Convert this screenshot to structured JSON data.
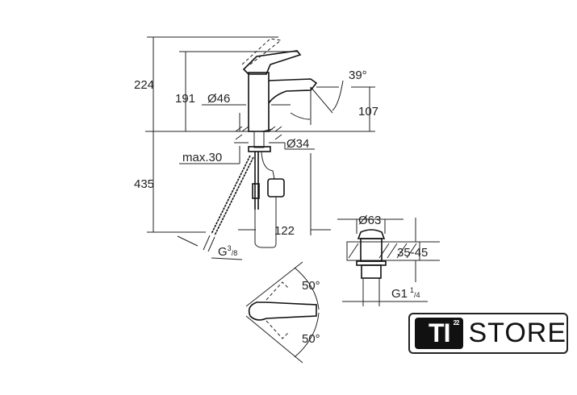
{
  "dimensions": {
    "total_height": "224",
    "spout_height": "191",
    "body_diameter": "Ø46",
    "spout_angle": "39°",
    "spout_clearance": "107",
    "shank_diameter": "Ø34",
    "max_thickness": "max.30",
    "below_depth": "435",
    "reach": "122",
    "hose_thread_main": "G",
    "hose_thread_num": "3",
    "hose_thread_den": "8",
    "waste_diameter": "Ø63",
    "waste_thickness": "35-45",
    "waste_thread_main": "G1",
    "waste_thread_num": "1",
    "waste_thread_den": "4",
    "lever_angle_top": "50°",
    "lever_angle_bottom": "50°"
  },
  "logo": {
    "brand": "TI",
    "superscript": "22",
    "store": "STORE"
  }
}
